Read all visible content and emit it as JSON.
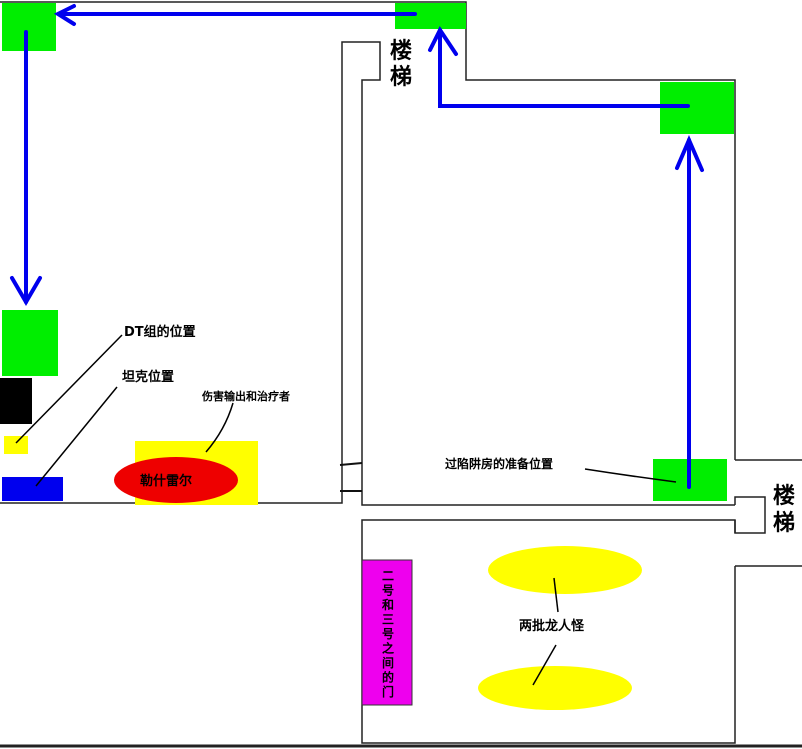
{
  "colors": {
    "position_marker": "#00ee00",
    "path_arrow": "#0000ee",
    "wall": "#222222",
    "tank_marker": "#0000ee",
    "dt_marker": "#ffff00",
    "boss": "#ee0000",
    "dps_heal_zone": "#ffff00",
    "door": "#ee00ee",
    "mob_group": "#ffff00",
    "black_block": "#000000"
  },
  "labels": {
    "stairs_top": "楼梯",
    "stairs_right": "楼梯",
    "dt_group_position": "DT组的位置",
    "tank_position": "坦克位置",
    "dps_and_healers": "伤害输出和治疗者",
    "boss_name": "勒什雷尔",
    "trap_room_ready_position": "过陷阱房的准备位置",
    "door_between_2_and_3": "二号和三号之间的门",
    "two_dragonkin_packs": "两批龙人怪"
  },
  "door_label_chars": [
    "二",
    "号",
    "和",
    "三",
    "号",
    "之",
    "间",
    "的",
    "门"
  ],
  "stairs_chars": [
    "楼",
    "梯"
  ],
  "path_sequence": [
    "trap-room-ready-position",
    "right-upper-position",
    "top-stairs-position",
    "top-left-position",
    "dt-group-position"
  ]
}
